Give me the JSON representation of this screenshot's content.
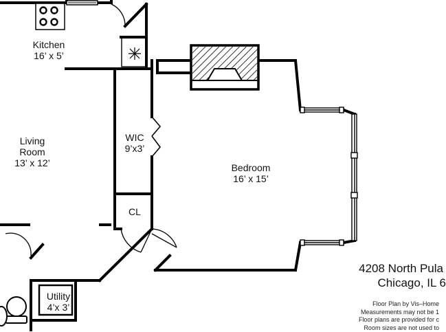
{
  "rooms": {
    "kitchen": {
      "name": "Kitchen",
      "size": "16’ x 5’"
    },
    "living_room": {
      "name_line1": "Living",
      "name_line2": "Room",
      "size": "13’ x 12’"
    },
    "wic": {
      "name": "WIC",
      "size": "9’x3’"
    },
    "closet": {
      "name": "CL"
    },
    "bedroom": {
      "name": "Bedroom",
      "size": "16’ x 15’"
    },
    "utility": {
      "name": "Utility",
      "size": "4’x 3’"
    }
  },
  "address": {
    "line1": "4208 North Pula",
    "line2": "Chicago, IL 6"
  },
  "disclaimer": {
    "line1": "Floor Plan by Vis–Home",
    "line2": "Measurements may not be 1",
    "line3": "Floor plans are provided for c",
    "line4": "Room sizes are not used to"
  },
  "icons": {
    "stove": "stove-icon",
    "freezer": "snowflake-icon",
    "fireplace": "fireplace-icon",
    "toilet": "toilet-icon",
    "window": "window-icon",
    "door": "door-swing-icon"
  },
  "colors": {
    "wall": "#000000",
    "background": "#ffffff"
  }
}
